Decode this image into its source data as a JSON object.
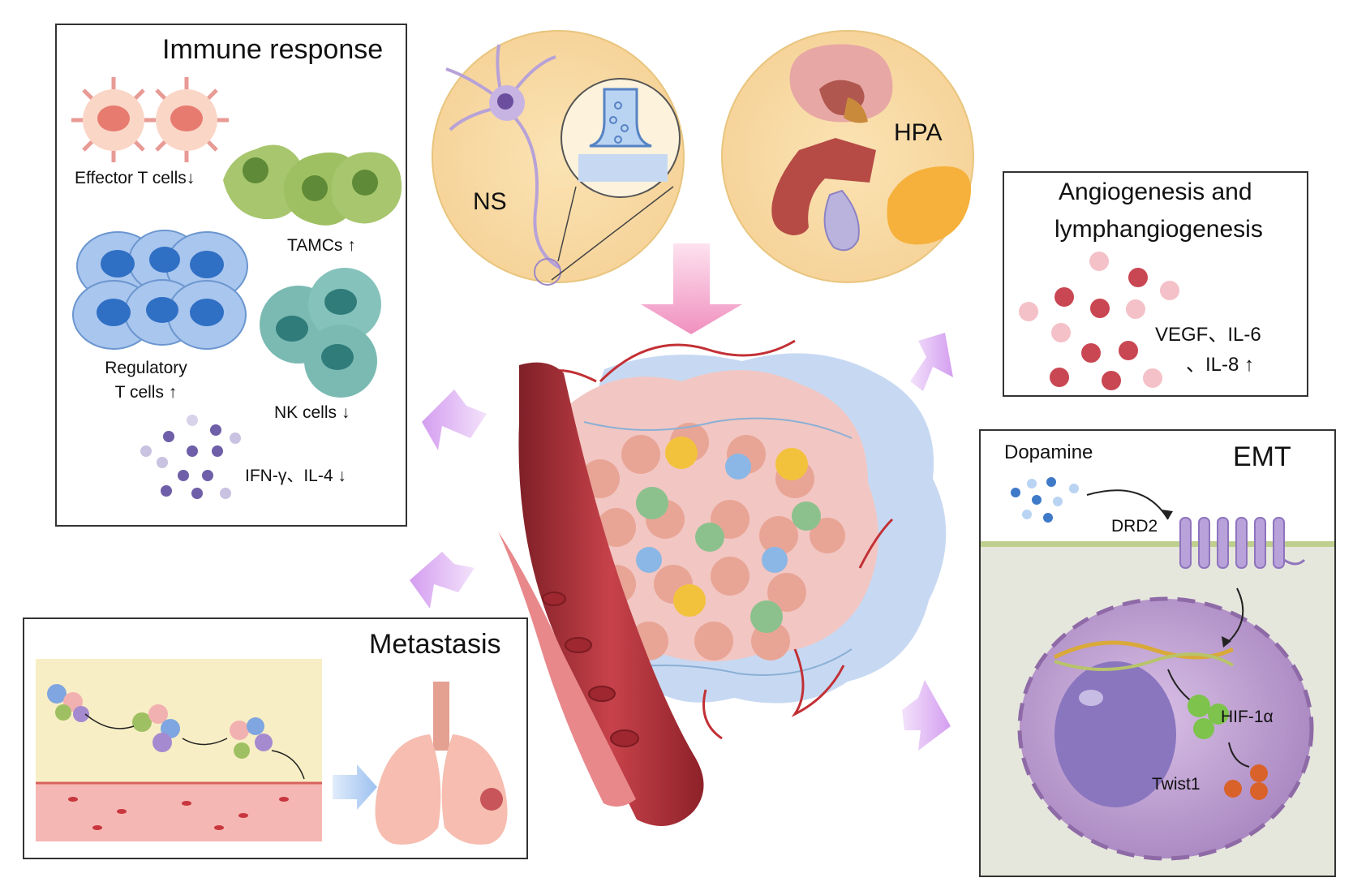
{
  "colors": {
    "neuron_circle": "#f8d9a0",
    "panel_border": "#333333",
    "arrow_purple": "#d9a8f0",
    "arrow_pink": "#f4a6cc",
    "vessel_red": "#b8323a",
    "cell_nucleus_bg": "#e7e8dc",
    "cell_purple": "#c7a9d8"
  },
  "immune": {
    "title": "Immune response",
    "effector": "Effector T cells↓",
    "tamcs": "TAMCs ↑",
    "regulatory_1": "Regulatory",
    "regulatory_2": "T cells ↑",
    "nk": "NK cells ↓",
    "ifn": "IFN-γ、IL-4 ↓"
  },
  "ns": {
    "label": "NS"
  },
  "hpa": {
    "label": "HPA"
  },
  "angio": {
    "title_1": "Angiogenesis and",
    "title_2": "lymphangiogenesis",
    "factors_1": "VEGF、IL-6",
    "factors_2": "、IL-8 ↑"
  },
  "emt": {
    "title": "EMT",
    "dopamine": "Dopamine",
    "drd2": "DRD2",
    "hif": "HIF-1α",
    "twist": "Twist1"
  },
  "metastasis": {
    "title": "Metastasis"
  }
}
